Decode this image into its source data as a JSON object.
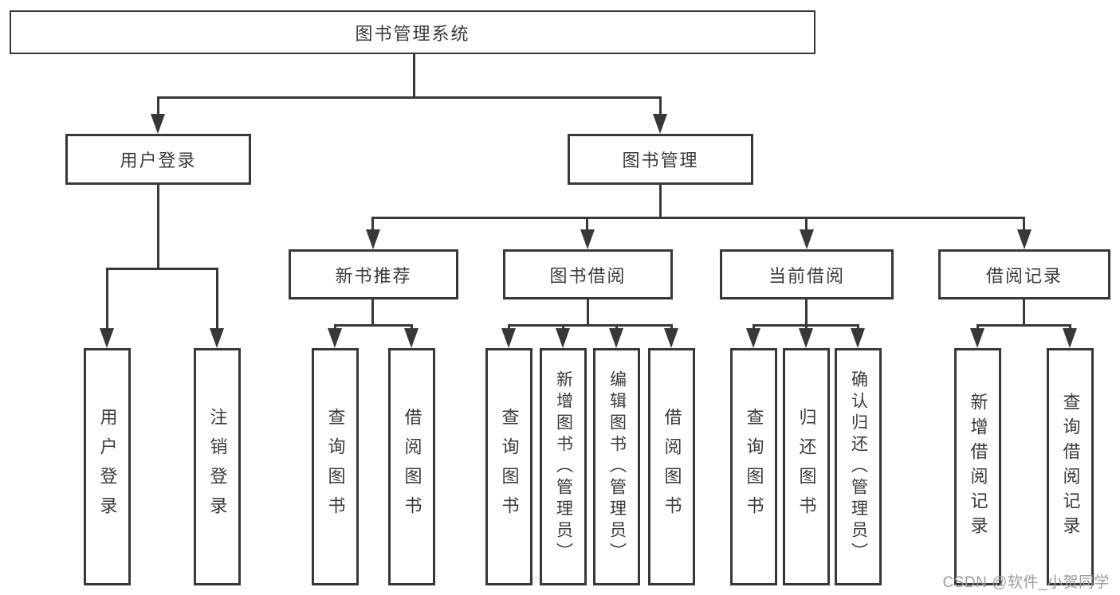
{
  "tree": {
    "label": "图书管理系统",
    "children": [
      {
        "label": "用户登录",
        "children": [
          {
            "label": "用户登录"
          },
          {
            "label": "注销登录"
          }
        ]
      },
      {
        "label": "图书管理",
        "children": [
          {
            "label": "新书推荐",
            "children": [
              {
                "label": "查询图书"
              },
              {
                "label": "借阅图书"
              }
            ]
          },
          {
            "label": "图书借阅",
            "children": [
              {
                "label": "查询图书"
              },
              {
                "label": "新增图书（管理员）"
              },
              {
                "label": "编辑图书（管理员）"
              },
              {
                "label": "借阅图书"
              }
            ]
          },
          {
            "label": "当前借阅",
            "children": [
              {
                "label": "查询图书"
              },
              {
                "label": "归还图书"
              },
              {
                "label": "确认归还（管理员）"
              }
            ]
          },
          {
            "label": "借阅记录",
            "children": [
              {
                "label": "新增借阅记录"
              },
              {
                "label": "查询借阅记录"
              }
            ]
          }
        ]
      }
    ]
  },
  "watermark": {
    "text": "CSDN @软件_小贺同学"
  },
  "colors": {
    "line": "#383838",
    "text": "#3a3a3a",
    "background": "#ffffff",
    "watermark": "#9b9b9b"
  }
}
